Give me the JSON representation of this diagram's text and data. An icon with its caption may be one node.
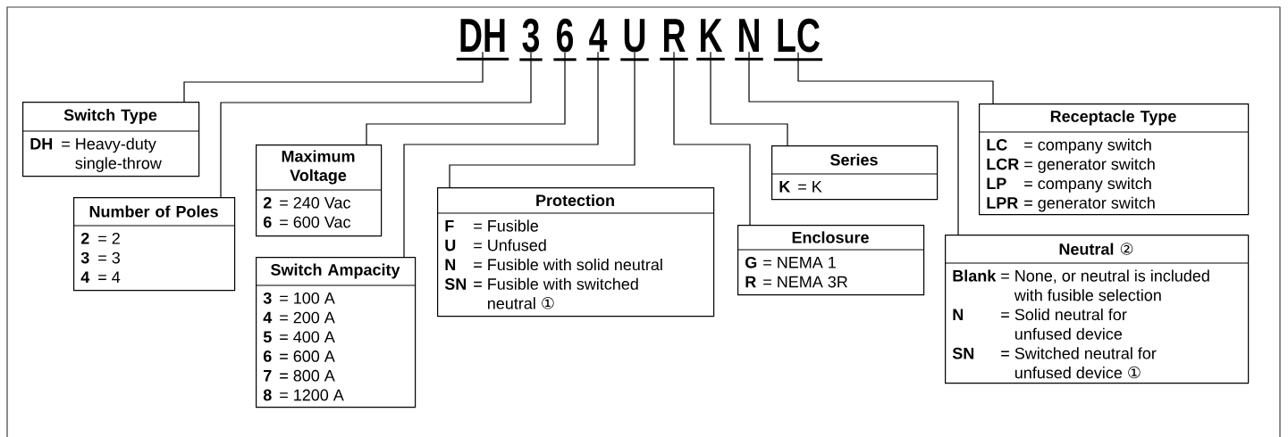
{
  "diagram": {
    "nodes": [
      {
        "text": [
          "DH"
        ]
      },
      {
        "text": [
          "3"
        ]
      },
      {
        "text": [
          "6"
        ]
      },
      {
        "text": [
          "4"
        ]
      },
      {
        "text": [
          "U"
        ]
      },
      {
        "text": [
          "R"
        ]
      },
      {
        "text": [
          "K"
        ]
      },
      {
        "text": [
          "N"
        ]
      },
      {
        "text": [
          "LC"
        ]
      },
      {
        "text": [
          "Switch Type",
          "DH",
          "= Heavy-duty single-throw"
        ]
      },
      {
        "text": [
          "Number of Poles",
          "2",
          "= 2",
          "3",
          "= 3",
          "4",
          "= 4"
        ]
      },
      {
        "text": [
          "Maximum Voltage",
          "2",
          "= 240 Vac",
          "6",
          "= 600 Vac"
        ]
      },
      {
        "text": [
          "Switch Ampacity",
          "3",
          "= 100 A",
          "4",
          "= 200 A",
          "5",
          "= 400 A",
          "6",
          "= 600 A",
          "7",
          "= 800 A",
          "8",
          "= 1200 A"
        ]
      },
      {
        "text": [
          "Protection",
          "F",
          "= Fusible",
          "U",
          "= Unfused",
          "N",
          "= Fusible with solid neutral",
          "SN",
          "= Fusible with switched neutral ①"
        ]
      },
      {
        "text": [
          "Enclosure",
          "G",
          "= NEMA 1",
          "R",
          "= NEMA 3R"
        ]
      },
      {
        "text": [
          "Series",
          "K",
          "= K"
        ]
      },
      {
        "text": [
          "Receptacle Type",
          "LC",
          "= company switch",
          "LCR",
          "= generator switch",
          "LP",
          "= company switch",
          "LPR",
          "= generator switch"
        ]
      },
      {
        "text": [
          "Neutral ②",
          "Blank",
          "= None, or neutral is included with fusible selection",
          "N",
          "= Solid neutral for unfused device",
          "SN",
          "= Switched neutral for unfused device ①"
        ]
      }
    ],
    "edges": [
      {
        "from": 0,
        "to": 9,
        "arrow": "none"
      },
      {
        "from": 1,
        "to": 10,
        "arrow": "none"
      },
      {
        "from": 2,
        "to": 11,
        "arrow": "none"
      },
      {
        "from": 3,
        "to": 12,
        "arrow": "none"
      },
      {
        "from": 4,
        "to": 13,
        "arrow": "none"
      },
      {
        "from": 5,
        "to": 14,
        "arrow": "none"
      },
      {
        "from": 6,
        "to": 15,
        "arrow": "none"
      },
      {
        "from": 7,
        "to": 17,
        "arrow": "none"
      },
      {
        "from": 8,
        "to": 16,
        "arrow": "none"
      }
    ]
  }
}
